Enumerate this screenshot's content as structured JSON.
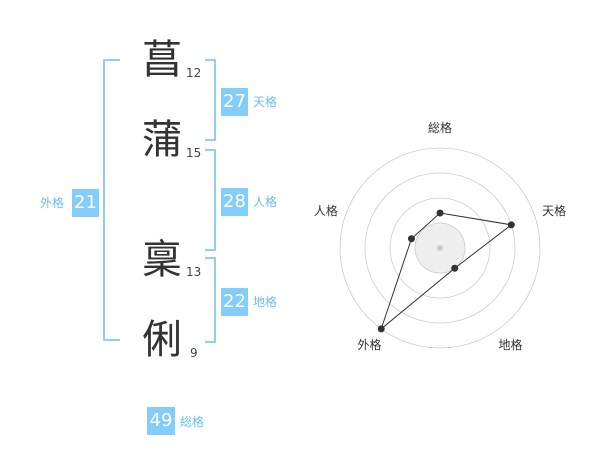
{
  "name_chars": [
    {
      "char": "菖",
      "strokes": "12"
    },
    {
      "char": "蒲",
      "strokes": "15"
    },
    {
      "char": "稟",
      "strokes": "13"
    },
    {
      "char": "俐",
      "strokes": "9"
    }
  ],
  "kakusu": {
    "tenkaku": {
      "value": "27",
      "label": "天格"
    },
    "jinkaku": {
      "value": "28",
      "label": "人格"
    },
    "chikaku": {
      "value": "22",
      "label": "地格"
    },
    "gaikaku": {
      "value": "21",
      "label": "外格"
    },
    "soukaku": {
      "value": "49",
      "label": "総格"
    }
  },
  "colors": {
    "accent": "#82cdfa",
    "bracket": "#6bbdf0",
    "text": "#333333"
  },
  "chart_data": {
    "type": "radar",
    "axes": [
      "総格",
      "天格",
      "地格",
      "外格",
      "人格"
    ],
    "values": [
      0.35,
      0.75,
      0.25,
      1.0,
      0.3
    ],
    "rings": 4
  }
}
